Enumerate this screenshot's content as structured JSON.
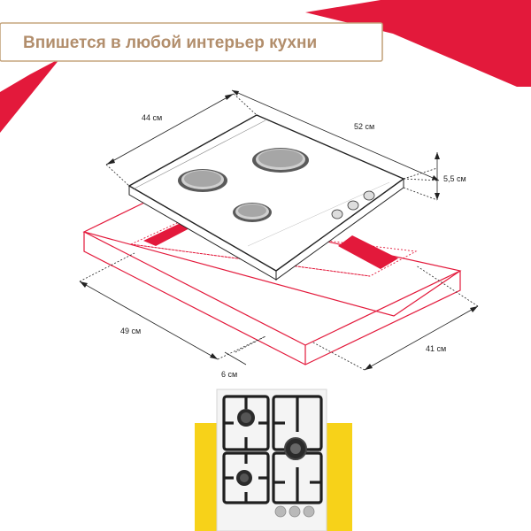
{
  "banner": {
    "text": "Впишется в любой интерьер кухни"
  },
  "dimensions": {
    "top_left_width": "44 см",
    "top_right_depth": "52 см",
    "height": "5,5 см",
    "cutout_width": "49 см",
    "cutout_depth": "41 см",
    "offset": "6 см"
  },
  "colors": {
    "accent_red": "#e3193b",
    "banner_text": "#b28e6c",
    "yellow": "#f7d219"
  }
}
